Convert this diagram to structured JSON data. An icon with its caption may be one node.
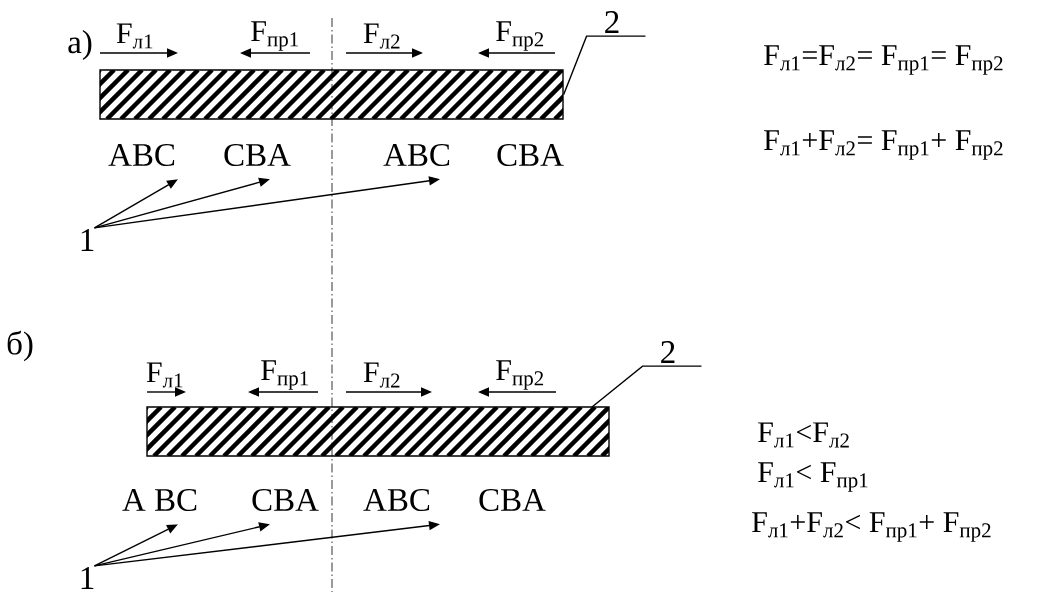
{
  "diagram": {
    "nodes": [
      {
        "text": [],
        "shape": "bar"
      },
      {
        "text": [
          "2"
        ]
      },
      {
        "text": [
          "1"
        ]
      },
      {
        "text": [
          "ABC"
        ]
      },
      {
        "text": [
          "CBA"
        ]
      },
      {
        "text": [
          "ABC"
        ]
      },
      {
        "text": [
          "CBA"
        ]
      },
      {
        "text": [],
        "shape": "bar"
      },
      {
        "text": [
          "2"
        ]
      },
      {
        "text": [
          "1"
        ]
      },
      {
        "text": [
          "A BC"
        ]
      },
      {
        "text": [
          "CBA"
        ]
      },
      {
        "text": [
          "ABC"
        ]
      },
      {
        "text": [
          "CBA"
        ]
      }
    ],
    "edges": [
      {
        "from": 1,
        "to": 0,
        "arrow": "none"
      },
      {
        "from": 2,
        "to": 3,
        "arrow": "to"
      },
      {
        "from": 2,
        "to": 4,
        "arrow": "to"
      },
      {
        "from": 2,
        "to": 5,
        "arrow": "to"
      },
      {
        "from": 8,
        "to": 7,
        "arrow": "none"
      },
      {
        "from": 9,
        "to": 10,
        "arrow": "to"
      },
      {
        "from": 9,
        "to": 11,
        "arrow": "to"
      },
      {
        "from": 9,
        "to": 12,
        "arrow": "to"
      }
    ],
    "labels": [
      "а)",
      "F$_{л1}$",
      "F$_{пр1}$",
      "F$_{л2}$",
      "F$_{пр2}$",
      "F$_{л1}$=F$_{л2}$= F$_{пр1}$= F$_{пр2}$",
      "F$_{л1}$+F$_{л2}$= F$_{пр1}$+ F$_{пр2}$",
      "б)",
      "F$_{л1}$",
      "F$_{пр1}$",
      "F$_{л2}$",
      "F$_{пр2}$",
      "F$_{л1}$<F$_{л2}$",
      "F$_{л1}$< F$_{пр1}$",
      "F$_{л1}$+F$_{л2}$< F$_{пр1}$+ F$_{пр2}$"
    ]
  }
}
